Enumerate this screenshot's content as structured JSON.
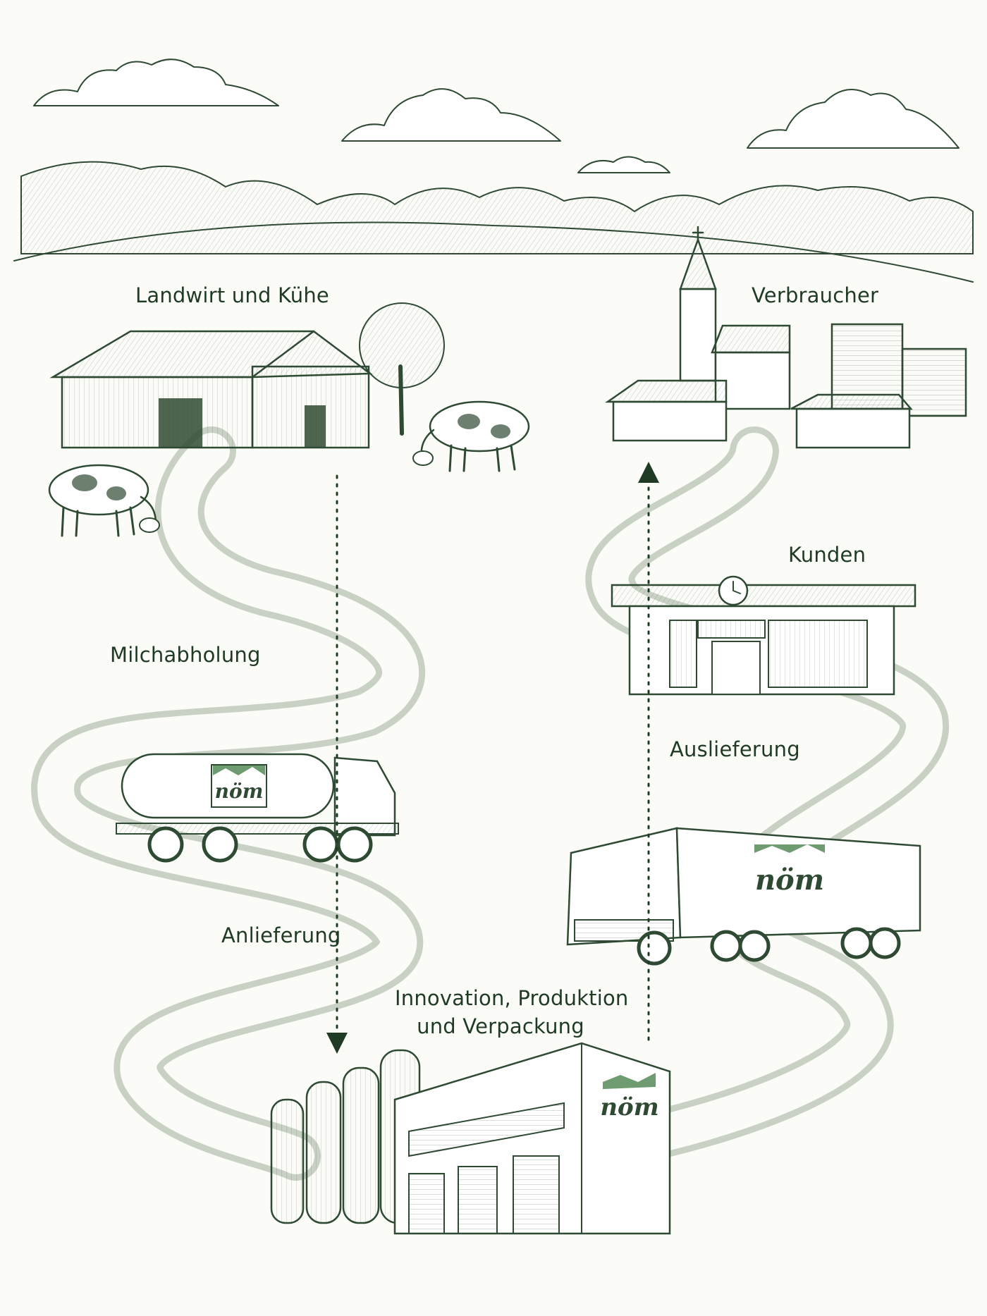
{
  "labels": {
    "farm": "Landwirt und Kühe",
    "consumer": "Verbraucher",
    "customers": "Kunden",
    "milk_pickup": "Milchabholung",
    "delivery_out": "Auslieferung",
    "delivery_in": "Anlieferung",
    "production_line1": "Innovation, Produktion",
    "production_line2": "und Verpackung"
  },
  "brand": {
    "logo_text": "nöm"
  },
  "colors": {
    "ink": "#2f4a33",
    "label": "#1f3b24",
    "background": "#fbfbf8",
    "accent": "#3d7a3f"
  }
}
